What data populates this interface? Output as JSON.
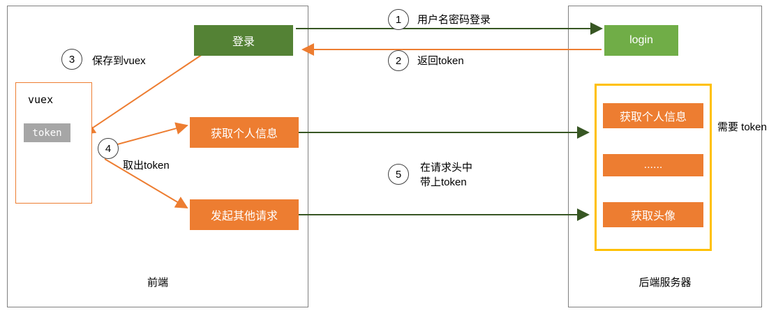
{
  "panels": {
    "frontend": {
      "label": "前端"
    },
    "backend": {
      "label": "后端服务器"
    }
  },
  "frontend": {
    "login_box": "登录",
    "profile_box": "获取个人信息",
    "other_request_box": "发起其他请求",
    "vuex": {
      "title": "vuex",
      "token_chip": "token"
    }
  },
  "backend": {
    "login_endpoint": "login",
    "profile_endpoint": "获取个人信息",
    "ellipsis_endpoint": "......",
    "avatar_endpoint": "获取头像",
    "need_token_label": "需要\ntoken"
  },
  "steps": [
    {
      "num": "1",
      "text": "用户名密码登录"
    },
    {
      "num": "2",
      "text": "返回token"
    },
    {
      "num": "3",
      "text": "保存到vuex"
    },
    {
      "num": "4",
      "text": "取出token"
    },
    {
      "num": "5",
      "text": "在请求头中\n带上token"
    }
  ],
  "colors": {
    "green_dark": "#548235",
    "green_light": "#70ad47",
    "orange": "#ed7d31",
    "yellow": "#ffc000",
    "gray": "#a6a6a6",
    "panel_border": "#7f7f7f",
    "arrow_green": "#375623"
  }
}
